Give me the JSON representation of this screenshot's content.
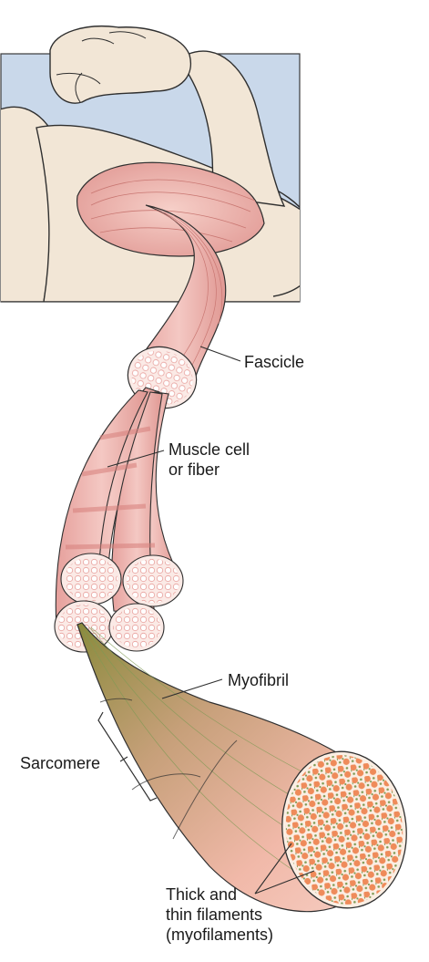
{
  "labels": {
    "fascicle": "Fascicle",
    "muscle_cell_line1": "Muscle cell",
    "muscle_cell_line2": "or fiber",
    "myofibril": "Myofibril",
    "sarcomere": "Sarcomere",
    "filaments_line1": "Thick and",
    "filaments_line2": "thin filaments",
    "filaments_line3": "(myofilaments)"
  },
  "colors": {
    "panel_background": "#c9d8ea",
    "skin": "#f2e6d6",
    "muscle": "#e7a3a0",
    "muscle_stripe": "#d77f7b",
    "fiber_end": "#fbeae6",
    "thick_filament": "#ef8b5a",
    "thin_filament": "#7f9a55"
  }
}
